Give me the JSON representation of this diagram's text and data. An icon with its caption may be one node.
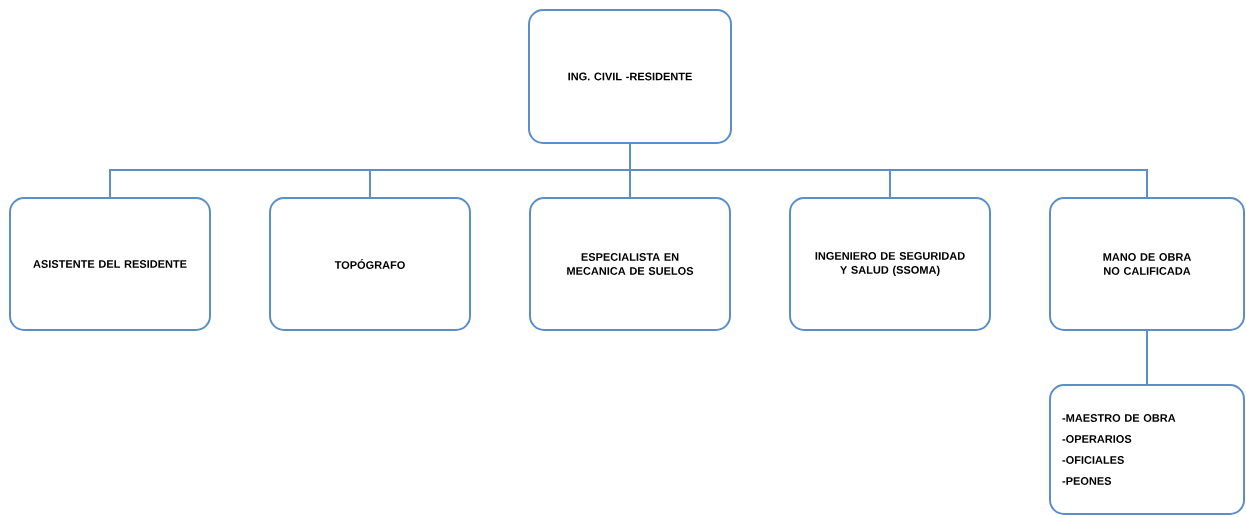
{
  "diagram": {
    "nodes": [
      {
        "text": [
          "ING. CIVIL  -RESIDENTE"
        ]
      },
      {
        "text": [
          "ASISTENTE DEL RESIDENTE"
        ]
      },
      {
        "text": [
          "TOPÓGRAFO"
        ]
      },
      {
        "text": [
          "ESPECIALISTA EN MECANICA DE SUELOS"
        ]
      },
      {
        "text": [
          "INGENIERO DE SEGURIDAD Y SALUD (SSOMA)"
        ]
      },
      {
        "text": [
          "MANO DE OBRA NO CALIFICADA"
        ]
      },
      {
        "text": [
          "-MAESTRO DE OBRA",
          "-OPERARIOS",
          "-OFICIALES",
          "-PEONES"
        ]
      }
    ],
    "edges": [
      {
        "from": 0,
        "to": 1,
        "arrow": "none"
      },
      {
        "from": 0,
        "to": 2,
        "arrow": "none"
      },
      {
        "from": 0,
        "to": 3,
        "arrow": "none"
      },
      {
        "from": 0,
        "to": 4,
        "arrow": "none"
      },
      {
        "from": 0,
        "to": 5,
        "arrow": "none"
      },
      {
        "from": 5,
        "to": 6,
        "arrow": "none"
      }
    ]
  }
}
